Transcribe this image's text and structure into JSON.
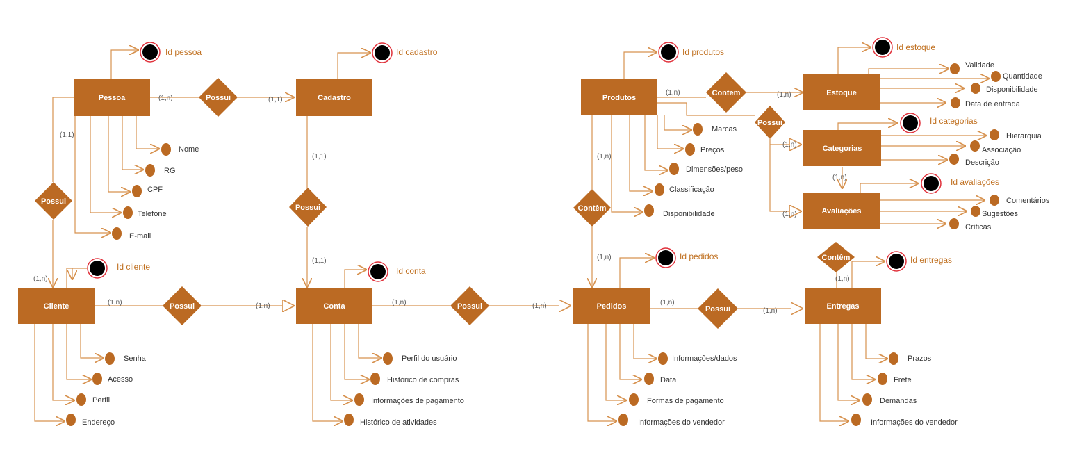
{
  "colors": {
    "entity": "#bb6a23",
    "line": "#d7924f",
    "key_text": "#c07020",
    "key_ring": "#e0303a",
    "key_fill": "#000000"
  },
  "entities": {
    "pessoa": "Pessoa",
    "cadastro": "Cadastro",
    "cliente": "Cliente",
    "conta": "Conta",
    "produtos": "Produtos",
    "pedidos": "Pedidos",
    "estoque": "Estoque",
    "categorias": "Categorias",
    "avaliacoes": "Avaliações",
    "entregas": "Entregas"
  },
  "relationships": {
    "pessoa_cadastro": "Possui",
    "pessoa_cliente": "Possui",
    "cadastro_conta": "Possui",
    "cliente_conta": "Possui",
    "conta_pedidos": "Possui",
    "produtos_estoque": "Contem",
    "produtos_side": "Possui",
    "produtos_pedidos": "Contêm",
    "pedidos_entregas": "Possui",
    "entregas_top": "Contêm"
  },
  "keys": {
    "pessoa": "Id pessoa",
    "cadastro": "Id  cadastro",
    "cliente": "Id cliente",
    "conta": "Id conta",
    "produtos": "Id  produtos",
    "estoque": "Id  estoque",
    "categorias": "Id  categorias",
    "avaliacoes": "Id  avaliações",
    "pedidos": "Id  pedidos",
    "entregas": "Id  entregas"
  },
  "attributes": {
    "pessoa": [
      "Nome",
      "RG",
      "CPF",
      "Telefone",
      "E-mail"
    ],
    "cliente": [
      "Senha",
      "Acesso",
      "Perfil",
      "Endereço"
    ],
    "conta": [
      "Perfil do usuário",
      "Histórico de compras",
      "Informações de pagamento",
      "Histórico de atividades"
    ],
    "produtos": [
      "Marcas",
      "Preços",
      "Dimensões/peso",
      "Classificação",
      "Disponibilidade"
    ],
    "estoque": [
      "Validade",
      "Quantidade",
      "Disponibilidade",
      "Data de entrada"
    ],
    "categorias": [
      "Hierarquia",
      "Associação",
      "Descrição"
    ],
    "avaliacoes": [
      "Comentários",
      "Sugestões",
      "Críticas"
    ],
    "pedidos": [
      "Informações/dados",
      "Data",
      "Formas de pagamento",
      "Informações do vendedor"
    ],
    "entregas": [
      "Prazos",
      "Frete",
      "Demandas",
      "Informações do vendedor"
    ]
  },
  "cardinalities": {
    "pessoa_possui_left": "(1,n)",
    "possui_cadastro": "(1,1)",
    "pessoa_down": "(1,1)",
    "cliente_up": "(1,n)",
    "cadastro_down": "(1,1)",
    "conta_up": "(1,1)",
    "cliente_right": "(1,n)",
    "conta_left": "(1,n)",
    "conta_right": "(1,n)",
    "pedidos_left": "(1,n)",
    "produtos_right": "(1,n)",
    "estoque_left": "(1,n)",
    "categorias_left": "(1,n)",
    "avaliacoes_left": "(1,n)",
    "categorias_down": "(1,n)",
    "produtos_down": "(1,n)",
    "pedidos_up": "(1,n)",
    "pedidos_right": "(1,n)",
    "entregas_left": "(1,n)",
    "entregas_up": "(1,n)"
  }
}
